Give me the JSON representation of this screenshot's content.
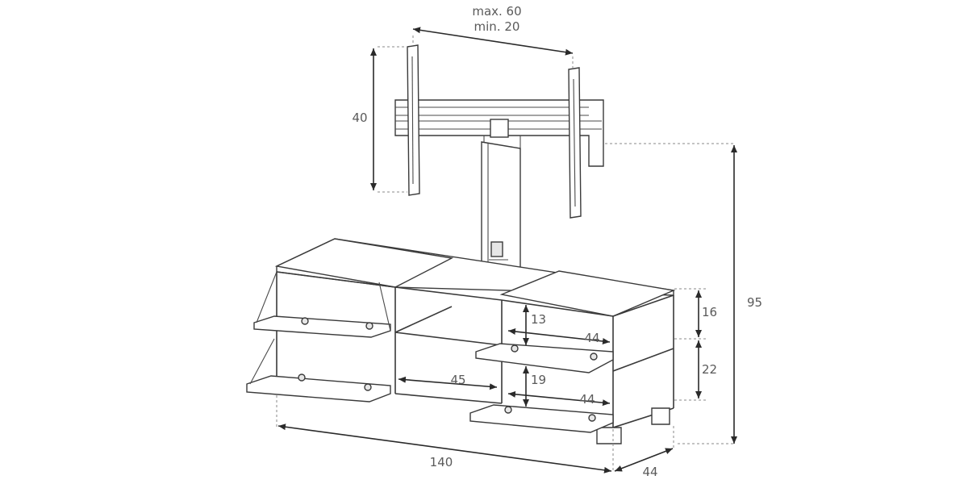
{
  "dimensions": {
    "bracket_spacing_max": "max. 60",
    "bracket_spacing_min": "min. 20",
    "bracket_height": "40",
    "total_height": "95",
    "upper_drawer_height": "16",
    "lower_drawer_height": "22",
    "upper_inner_height": "13",
    "lower_inner_height": "19",
    "upper_inner_width": "44",
    "lower_inner_width": "44",
    "middle_inner_width": "45",
    "total_width": "140",
    "depth": "44"
  }
}
